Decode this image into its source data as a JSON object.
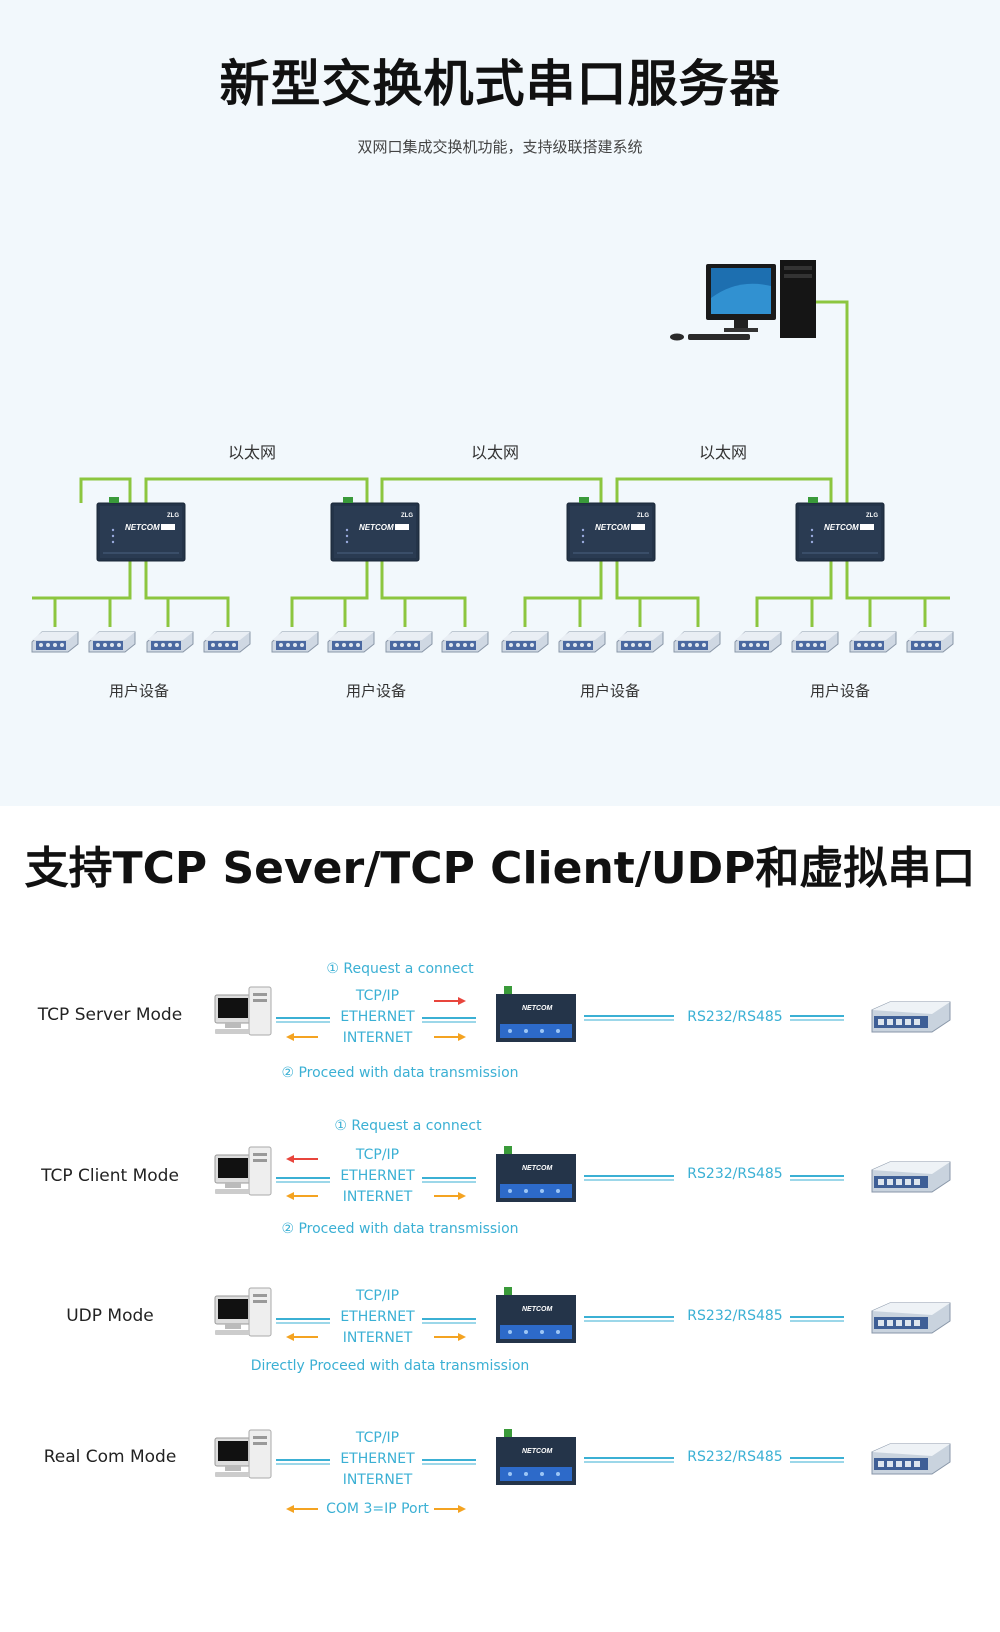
{
  "top": {
    "title": "新型交换机式串口服务器",
    "subtitle": "双网口集成交换机功能，支持级联搭建系统",
    "ethernet_labels": [
      "以太网",
      "以太网",
      "以太网"
    ],
    "device_labels": [
      "用户设备",
      "用户设备",
      "用户设备",
      "用户设备"
    ],
    "server_brand": "NETCOM",
    "server_logo": "ZLG"
  },
  "bottom": {
    "title": "支持TCP Sever/TCP Client/UDP和虚拟串口",
    "modes": [
      {
        "name": "TCP Server Mode",
        "top_note": "① Request a connect",
        "net": [
          "TCP/IP",
          "ETHERNET",
          "INTERNET"
        ],
        "serial": "RS232/RS485",
        "bottom_note": "② Proceed with data transmission"
      },
      {
        "name": "TCP Client Mode",
        "top_note": "① Request a connect",
        "net": [
          "TCP/IP",
          "ETHERNET",
          "INTERNET"
        ],
        "serial": "RS232/RS485",
        "bottom_note": "② Proceed with data transmission"
      },
      {
        "name": "UDP Mode",
        "net": [
          "TCP/IP",
          "ETHERNET",
          "INTERNET"
        ],
        "serial": "RS232/RS485",
        "bottom_note": "Directly Proceed with data transmission"
      },
      {
        "name": "Real Com Mode",
        "net": [
          "TCP/IP",
          "ETHERNET",
          "INTERNET"
        ],
        "serial": "RS232/RS485",
        "bottom_note": "COM 3=IP Port"
      }
    ]
  },
  "colors": {
    "link_green": "#8cc63f",
    "line_cyan": "#3bb0d4",
    "arrow_red": "#e8453c",
    "arrow_orange": "#f4a321",
    "device_dark": "#243449"
  }
}
